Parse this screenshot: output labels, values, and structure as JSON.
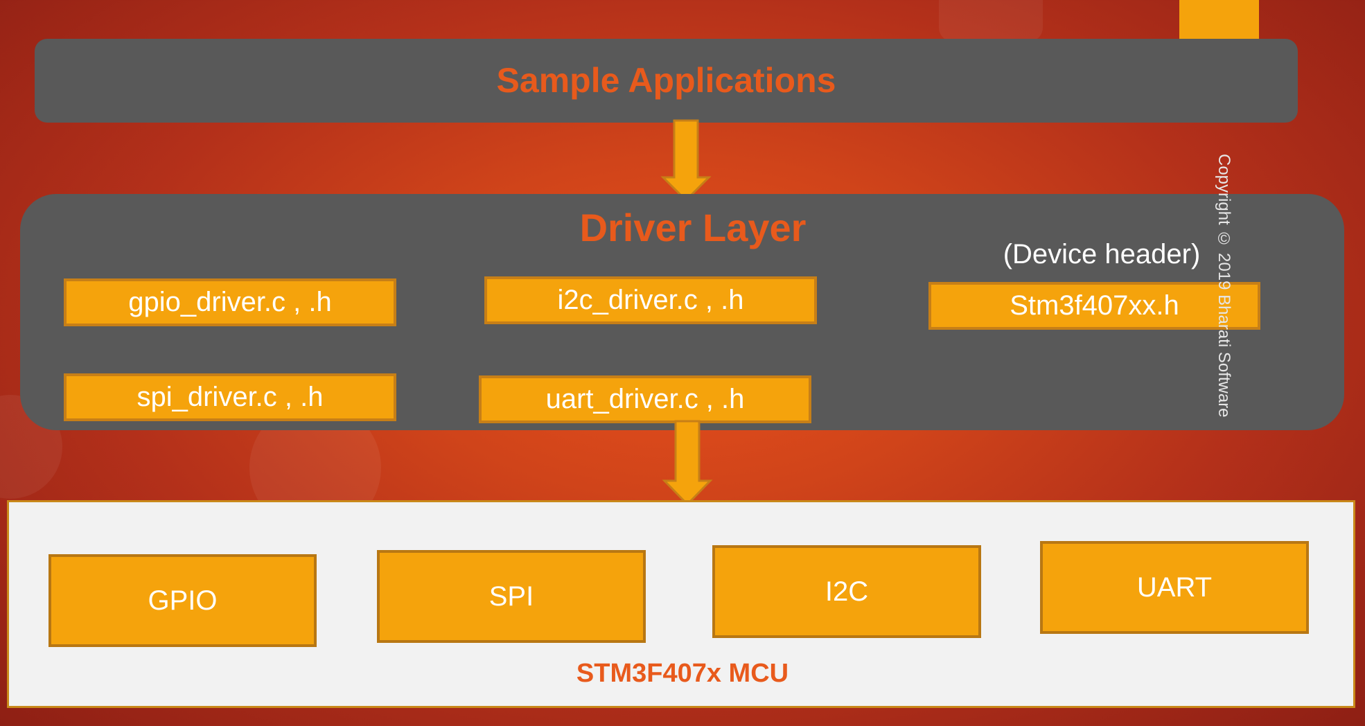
{
  "top_layer": {
    "title": "Sample Applications"
  },
  "driver_layer": {
    "title": "Driver Layer",
    "files": {
      "gpio": "gpio_driver.c , .h",
      "i2c": "i2c_driver.c , .h",
      "spi": "spi_driver.c , .h",
      "uart": "uart_driver.c , .h"
    },
    "device_header_label": "(Device header)",
    "device_header_file": "Stm3f407xx.h"
  },
  "mcu_layer": {
    "title": "STM3F407x MCU",
    "peripherals": [
      "GPIO",
      "SPI",
      "I2C",
      "UART"
    ]
  },
  "watermark": "Copyright © 2019 Bharati Software",
  "colors": {
    "accent": "#f5a30c",
    "title": "#e85a1c",
    "panel": "#595959",
    "mcu_panel": "#f2f2f2"
  }
}
